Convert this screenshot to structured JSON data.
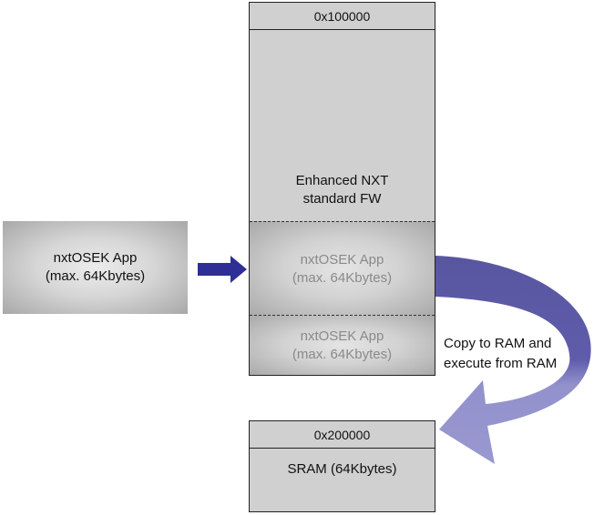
{
  "flash": {
    "address": "0x100000",
    "firmware_label_line1": "Enhanced NXT",
    "firmware_label_line2": "standard FW",
    "app_region_line1": "nxtOSEK App",
    "app_region_line2": "(max. 64Kbytes)",
    "app_region2_line1": "nxtOSEK App",
    "app_region2_line2": "(max. 64Kbytes)"
  },
  "source_app": {
    "line1": "nxtOSEK App",
    "line2": "(max. 64Kbytes)"
  },
  "sram": {
    "address": "0x200000",
    "label": "SRAM (64Kbytes)"
  },
  "copy_arrow": {
    "line1": "Copy to RAM and",
    "line2": "execute from RAM"
  },
  "colors": {
    "load_arrow": "#2e2e96",
    "copy_arrow_dark": "#5a58a6",
    "copy_arrow_light": "#9a98d0",
    "box_fill": "#d0d0d0"
  }
}
